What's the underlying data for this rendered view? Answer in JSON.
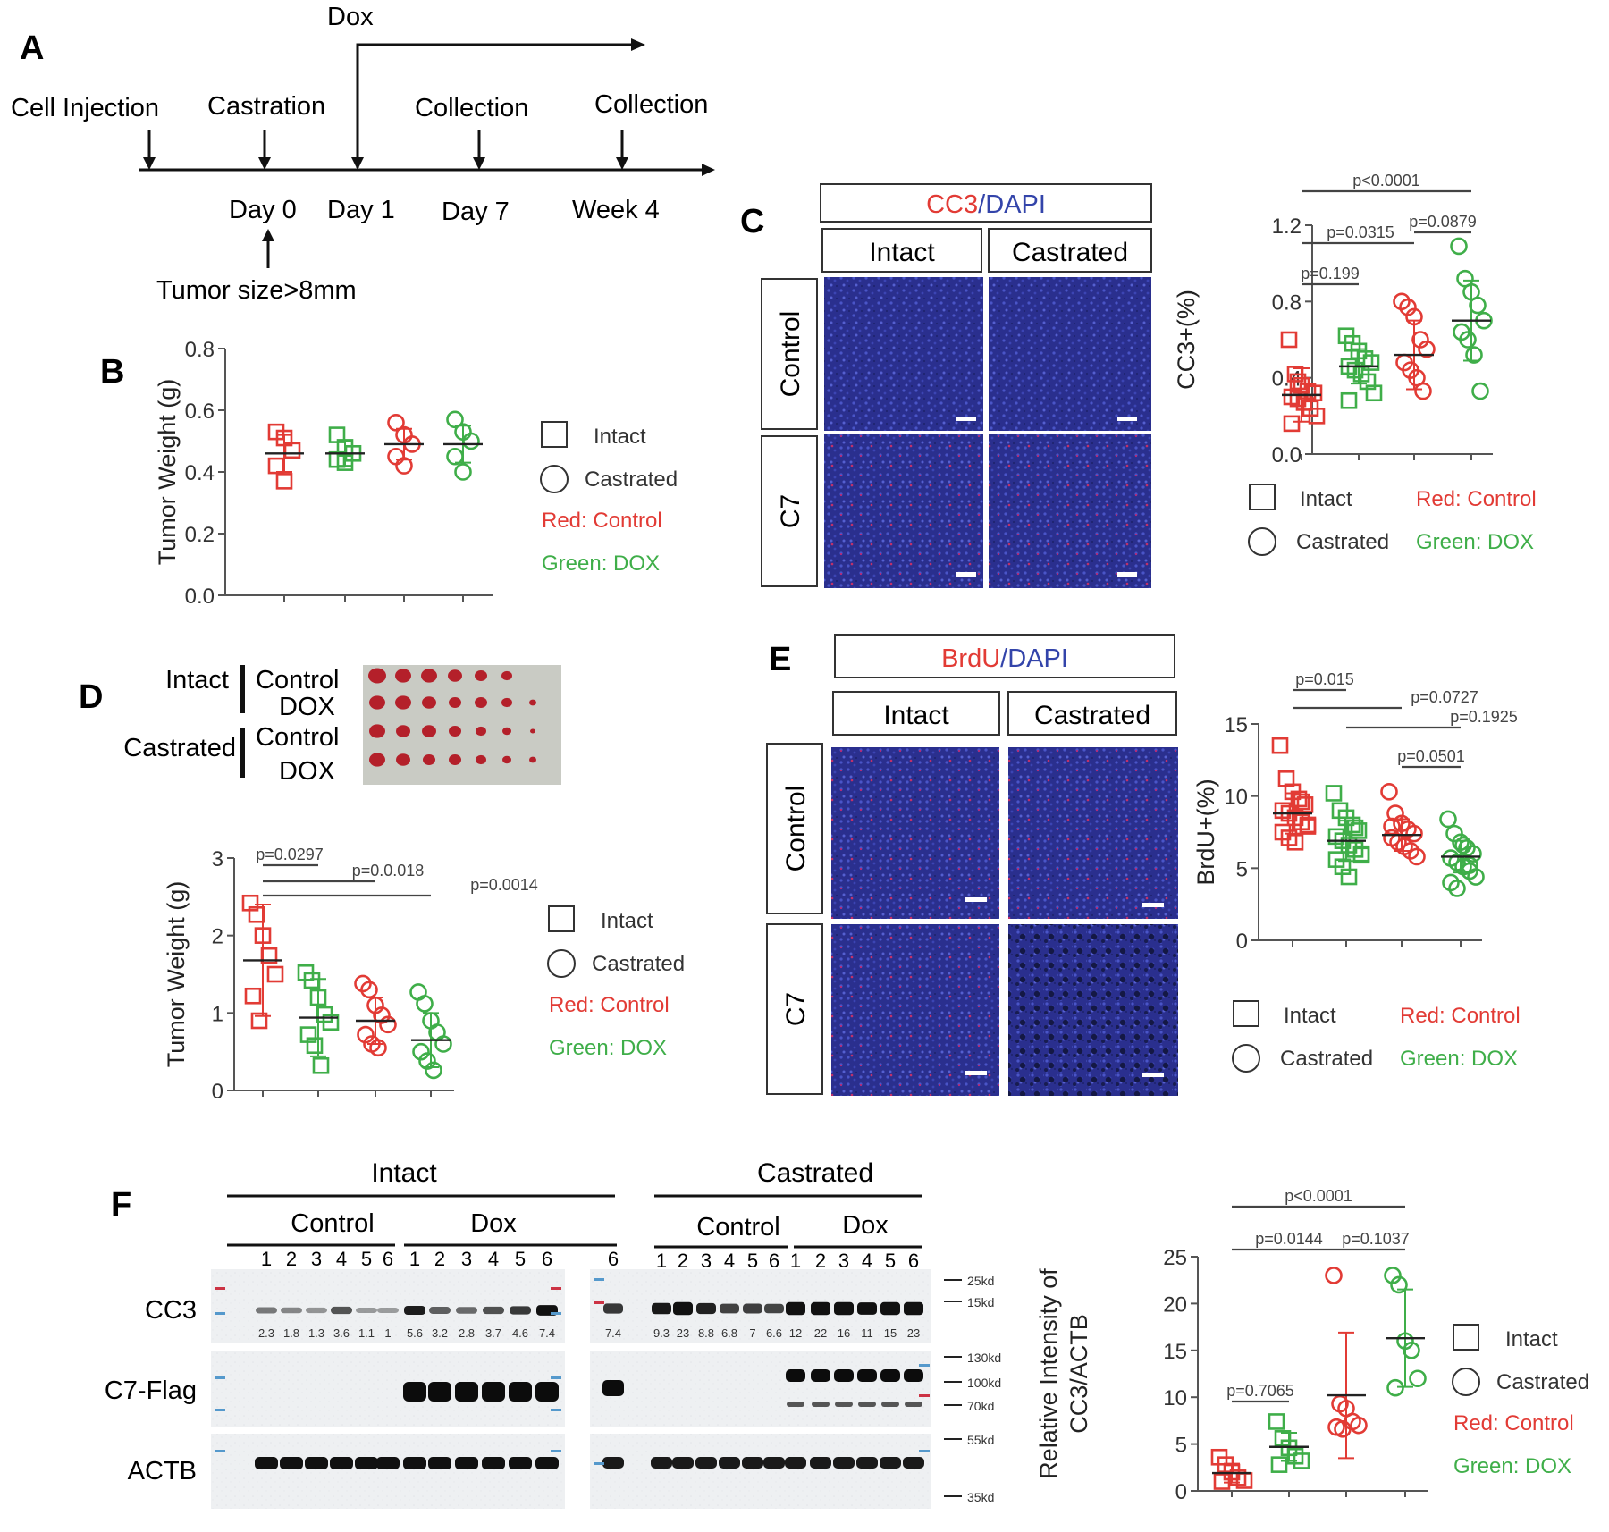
{
  "panels": {
    "A": "A",
    "B": "B",
    "C": "C",
    "D": "D",
    "E": "E",
    "F": "F"
  },
  "timeline": {
    "dox": "Dox",
    "events": [
      "Cell Injection",
      "Castration",
      "Collection",
      "Collection"
    ],
    "days": [
      "Day 0",
      "Day 1",
      "Day 7",
      "Week 4"
    ],
    "tumor_size": "Tumor size>8mm"
  },
  "legend": {
    "intact": "Intact",
    "castrated": "Castrated",
    "red": "Red: Control",
    "green": "Green: DOX"
  },
  "colors": {
    "control": "#e23b35",
    "dox": "#3fae49",
    "dapi": "#3344aa",
    "axis": "#555555"
  },
  "micrographs": {
    "cc3_title_a": "CC3",
    "cc3_title_b": "/",
    "cc3_title_c": "DAPI",
    "brdu_title_a": "BrdU",
    "brdu_title_b": "/",
    "brdu_title_c": "DAPI",
    "col_intact": "Intact",
    "col_castrated": "Castrated",
    "row_control": "Control",
    "row_c7": "C7"
  },
  "tumor_photo": {
    "intact": "Intact",
    "castrated": "Castrated",
    "control": "Control",
    "dox": "DOX"
  },
  "western": {
    "intact": "Intact",
    "castrated": "Castrated",
    "control": "Control",
    "dox": "Dox",
    "lanes": [
      "1",
      "2",
      "3",
      "4",
      "5",
      "6"
    ],
    "extra_lane": "6",
    "rows": [
      "CC3",
      "C7-Flag",
      "ACTB"
    ],
    "markers": [
      "25kd",
      "15kd",
      "130kd",
      "100kd",
      "70kd",
      "55kd",
      "35kd"
    ],
    "quant_intact": [
      "2.3",
      "1.8",
      "1.3",
      "3.6",
      "1.1",
      "1",
      "5.6",
      "3.2",
      "2.8",
      "3.7",
      "4.6",
      "7.4"
    ],
    "quant_castr": [
      "7.4",
      "9.3",
      "23",
      "8.8",
      "6.8",
      "7",
      "6.6",
      "12",
      "22",
      "16",
      "11",
      "15",
      "23"
    ]
  },
  "chart_data": [
    {
      "type": "scatter",
      "panel": "B",
      "ylabel": "Tumor Weight (g)",
      "ylim": [
        0,
        0.8
      ],
      "yticks": [
        "0.0",
        "0.2",
        "0.4",
        "0.6",
        "0.8"
      ],
      "groups": [
        {
          "color": "control",
          "shape": "square",
          "mean": 0.46,
          "sd": 0.06,
          "points": [
            0.53,
            0.51,
            0.47,
            0.42,
            0.37
          ]
        },
        {
          "color": "dox",
          "shape": "square",
          "mean": 0.46,
          "sd": 0.04,
          "points": [
            0.52,
            0.48,
            0.46,
            0.44,
            0.43
          ]
        },
        {
          "color": "control",
          "shape": "circle",
          "mean": 0.49,
          "sd": 0.05,
          "points": [
            0.56,
            0.52,
            0.49,
            0.45,
            0.42
          ]
        },
        {
          "color": "dox",
          "shape": "circle",
          "mean": 0.49,
          "sd": 0.06,
          "points": [
            0.57,
            0.53,
            0.5,
            0.45,
            0.4
          ]
        }
      ],
      "brackets": []
    },
    {
      "type": "scatter",
      "panel": "C",
      "ylabel": "CC3+(%)",
      "ylim": [
        0,
        1.2
      ],
      "yticks": [
        "0.0",
        "0.4",
        "0.8",
        "1.2"
      ],
      "groups": [
        {
          "color": "control",
          "shape": "square",
          "mean": 0.31,
          "sd": 0.14,
          "points": [
            0.6,
            0.42,
            0.36,
            0.33,
            0.32,
            0.3,
            0.29,
            0.27,
            0.24,
            0.2,
            0.16,
            0.38
          ]
        },
        {
          "color": "dox",
          "shape": "square",
          "mean": 0.46,
          "sd": 0.09,
          "points": [
            0.62,
            0.58,
            0.54,
            0.5,
            0.48,
            0.46,
            0.44,
            0.42,
            0.38,
            0.32,
            0.28
          ]
        },
        {
          "color": "control",
          "shape": "circle",
          "mean": 0.52,
          "sd": 0.18,
          "points": [
            0.8,
            0.77,
            0.72,
            0.6,
            0.55,
            0.48,
            0.44,
            0.4,
            0.33
          ]
        },
        {
          "color": "dox",
          "shape": "circle",
          "mean": 0.7,
          "sd": 0.21,
          "points": [
            1.09,
            0.92,
            0.85,
            0.78,
            0.7,
            0.64,
            0.6,
            0.52,
            0.33
          ]
        }
      ],
      "brackets": [
        {
          "from": 0,
          "to": 3,
          "level": 3,
          "label": "p<0.0001"
        },
        {
          "from": 0,
          "to": 2,
          "level": 2,
          "label": "p=0.0315"
        },
        {
          "from": 2,
          "to": 3,
          "level": 1.8,
          "label": "p=0.0879"
        },
        {
          "from": 0,
          "to": 1,
          "level": 1,
          "label": "p=0.199"
        }
      ]
    },
    {
      "type": "scatter",
      "panel": "D",
      "ylabel": "Tumor Weight (g)",
      "ylim": [
        0,
        3
      ],
      "yticks": [
        "0",
        "1",
        "2",
        "3"
      ],
      "groups": [
        {
          "color": "control",
          "shape": "square",
          "mean": 1.68,
          "sd": 0.72,
          "points": [
            2.42,
            2.27,
            2.0,
            1.74,
            1.5,
            1.22,
            0.9
          ]
        },
        {
          "color": "dox",
          "shape": "square",
          "mean": 0.94,
          "sd": 0.5,
          "points": [
            1.52,
            1.42,
            1.2,
            0.98,
            0.88,
            0.72,
            0.58,
            0.32
          ]
        },
        {
          "color": "control",
          "shape": "circle",
          "mean": 0.9,
          "sd": 0.3,
          "points": [
            1.38,
            1.3,
            1.1,
            0.97,
            0.85,
            0.72,
            0.6,
            0.55
          ]
        },
        {
          "color": "dox",
          "shape": "circle",
          "mean": 0.65,
          "sd": 0.35,
          "points": [
            1.27,
            1.12,
            0.9,
            0.75,
            0.6,
            0.5,
            0.38,
            0.26
          ]
        }
      ],
      "brackets": [
        {
          "from": 0,
          "to": 1,
          "level": 1,
          "label": "p=0.0297"
        },
        {
          "from": 0,
          "to": 2,
          "level": 2,
          "label": "p=0.0.018"
        },
        {
          "from": 0,
          "to": 3,
          "level": 3,
          "label": "p=0.0014"
        }
      ]
    },
    {
      "type": "scatter",
      "panel": "E",
      "ylabel": "BrdU+(%)",
      "ylim": [
        0,
        15
      ],
      "yticks": [
        "0",
        "5",
        "10",
        "15"
      ],
      "groups": [
        {
          "color": "control",
          "shape": "square",
          "mean": 8.8,
          "sd": 1.4,
          "points": [
            13.5,
            11.2,
            10.3,
            9.8,
            9.4,
            9.0,
            8.8,
            8.5,
            8.2,
            7.9,
            7.5,
            7.1,
            6.8,
            9.6,
            8.0
          ]
        },
        {
          "color": "dox",
          "shape": "square",
          "mean": 6.9,
          "sd": 1.4,
          "points": [
            10.2,
            9.0,
            8.5,
            8.0,
            7.6,
            7.2,
            6.9,
            6.6,
            6.3,
            6.0,
            5.6,
            5.1,
            4.4,
            7.8,
            5.9
          ]
        },
        {
          "color": "control",
          "shape": "circle",
          "mean": 7.3,
          "sd": 1.1,
          "points": [
            10.3,
            8.8,
            8.1,
            7.7,
            7.4,
            7.1,
            6.8,
            6.5,
            6.2,
            5.8,
            7.9
          ]
        },
        {
          "color": "dox",
          "shape": "circle",
          "mean": 5.8,
          "sd": 1.1,
          "points": [
            8.4,
            7.4,
            6.8,
            6.4,
            6.0,
            5.7,
            5.4,
            5.1,
            4.8,
            4.4,
            4.0,
            3.6,
            6.6,
            5.2
          ]
        }
      ],
      "brackets": [
        {
          "from": 0,
          "to": 1,
          "level": 1,
          "label": "p=0.015"
        },
        {
          "from": 0,
          "to": 2,
          "level": 2,
          "label": "p=0.0727"
        },
        {
          "from": 1,
          "to": 3,
          "level": 3,
          "label": "p=0.1925"
        },
        {
          "from": 2,
          "to": 3,
          "level": 0.2,
          "label": "p=0.0501"
        }
      ]
    },
    {
      "type": "scatter",
      "panel": "F",
      "ylabel": "Relative Intensity of CC3/ACTB",
      "ylim": [
        0,
        25
      ],
      "yticks": [
        "0",
        "5",
        "10",
        "15",
        "20",
        "25"
      ],
      "groups": [
        {
          "color": "control",
          "shape": "square",
          "mean": 1.9,
          "sd": 1.0,
          "points": [
            3.6,
            2.8,
            2.0,
            1.4,
            1.1,
            1.0
          ]
        },
        {
          "color": "dox",
          "shape": "square",
          "mean": 4.7,
          "sd": 1.5,
          "points": [
            7.4,
            5.6,
            4.6,
            3.7,
            3.2,
            2.8
          ]
        },
        {
          "color": "control",
          "shape": "circle",
          "mean": 10.2,
          "sd": 6.7,
          "points": [
            23,
            9.3,
            8.8,
            7.4,
            7,
            6.8,
            6.6
          ]
        },
        {
          "color": "dox",
          "shape": "circle",
          "mean": 16.3,
          "sd": 5.2,
          "points": [
            23,
            22,
            16,
            15,
            12,
            11
          ]
        }
      ],
      "brackets": [
        {
          "from": 0,
          "to": 3,
          "level": 3,
          "label": "p<0.0001"
        },
        {
          "from": 0,
          "to": 2,
          "level": 2,
          "label": "p=0.0144"
        },
        {
          "from": 2,
          "to": 3,
          "level": 2,
          "label": "p=0.1037"
        },
        {
          "from": 0,
          "to": 1,
          "level": 0.3,
          "label": "p=0.7065"
        }
      ]
    }
  ]
}
